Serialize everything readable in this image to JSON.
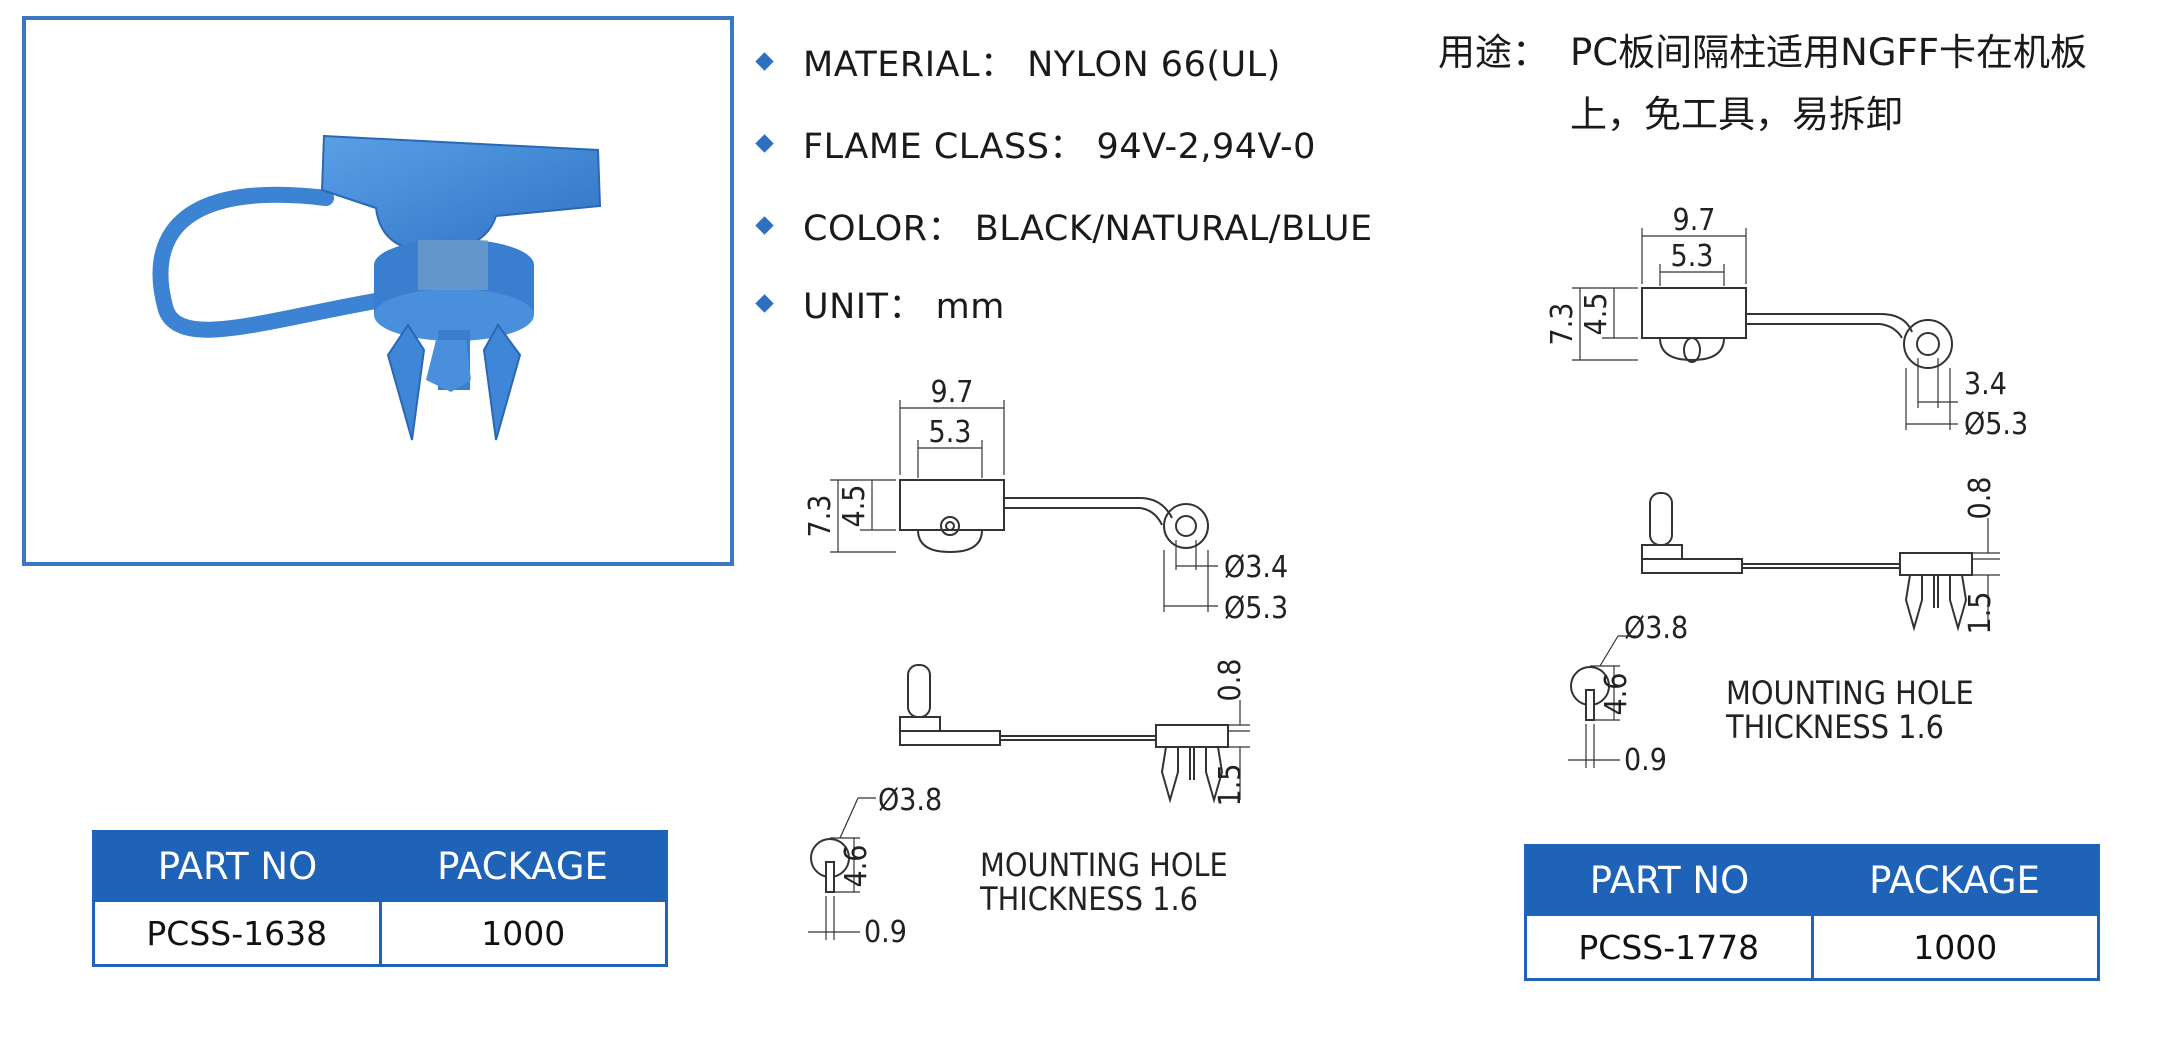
{
  "specs": {
    "material": "MATERIAL： NYLON 66(UL)",
    "flame_class": "FLAME CLASS： 94V-2,94V-0",
    "color": "COLOR： BLACK/NATURAL/BLUE",
    "unit": "UNIT： mm"
  },
  "usage": {
    "label": "用途：",
    "line1": "PC板间隔柱适用NGFF卡在机板",
    "line2": "上，免工具，易拆卸"
  },
  "colors": {
    "accent": "#1f63b8",
    "frame": "#3a78c2",
    "part_blue": "#3f86d6"
  },
  "drawing_left": {
    "dim_top_overall": "9.7",
    "dim_top_inner": "5.3",
    "dim_height_overall": "7.3",
    "dim_height_inner": "4.5",
    "dim_hole_small": "Ø3.4",
    "dim_hole_large": "Ø5.3",
    "dim_side_top": "0.8",
    "dim_side_bottom": "1.5",
    "dim_mount_dia": "Ø3.8",
    "dim_mount_height": "4.6",
    "dim_mount_slot": "0.9",
    "note_line1": "MOUNTING HOLE",
    "note_line2": "THICKNESS 1.6"
  },
  "drawing_right": {
    "dim_top_overall": "9.7",
    "dim_top_inner": "5.3",
    "dim_height_overall": "7.3",
    "dim_height_inner": "4.5",
    "dim_hole_small": "3.4",
    "dim_hole_large": "Ø5.3",
    "dim_side_top": "0.8",
    "dim_side_bottom": "1.5",
    "dim_mount_dia": "Ø3.8",
    "dim_mount_height": "4.6",
    "dim_mount_slot": "0.9",
    "note_line1": "MOUNTING HOLE",
    "note_line2": "THICKNESS 1.6"
  },
  "table_left": {
    "headers": [
      "PART NO",
      "PACKAGE"
    ],
    "part_no": "PCSS-1638",
    "package": "1000"
  },
  "table_right": {
    "headers": [
      "PART NO",
      "PACKAGE"
    ],
    "part_no": "PCSS-1778",
    "package": "1000"
  }
}
